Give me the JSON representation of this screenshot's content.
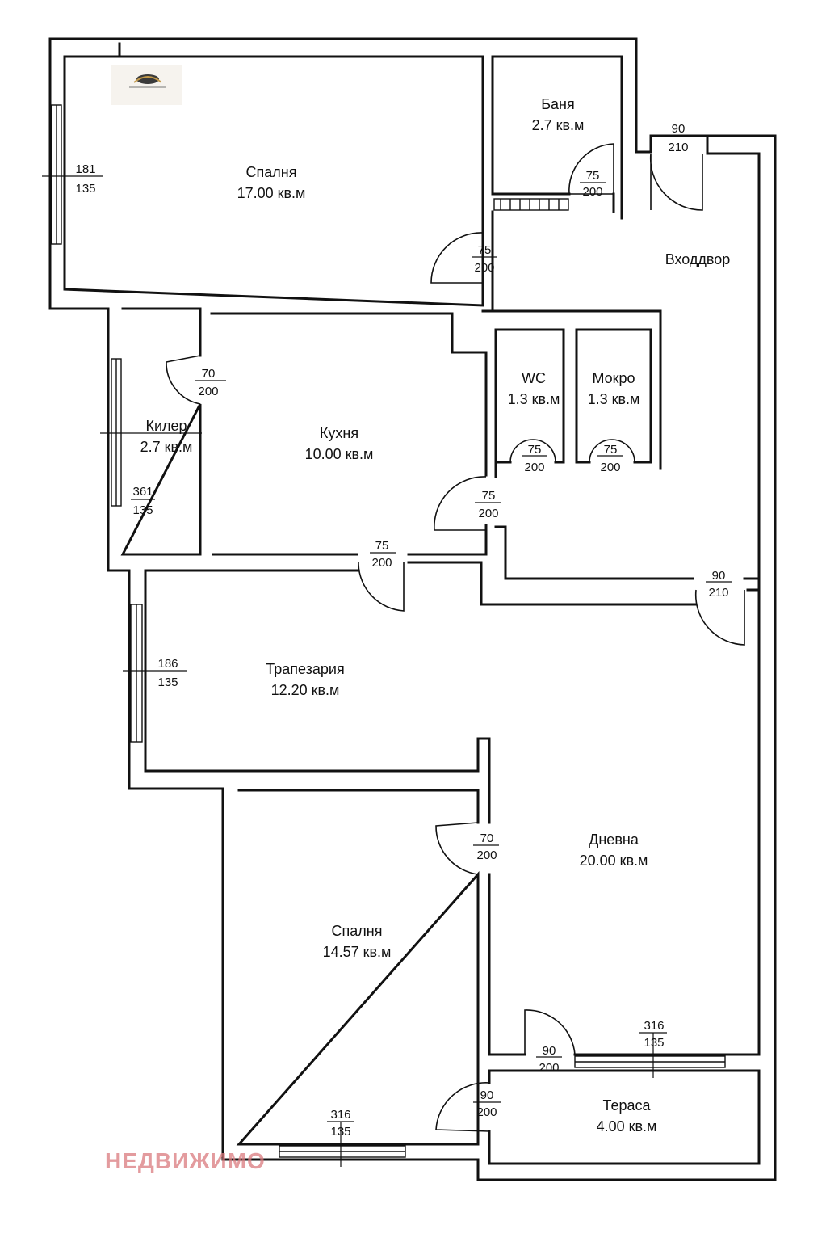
{
  "rooms": {
    "bedroom1": {
      "name": "Спалня",
      "area": "17.00 кв.м"
    },
    "bath": {
      "name": "Баня",
      "area": "2.7 кв.м"
    },
    "hall": {
      "name": "Входдвор"
    },
    "pantry": {
      "name": "Килер",
      "area": "2.7 кв.м"
    },
    "kitchen": {
      "name": "Кухня",
      "area": "10.00 кв.м"
    },
    "wc": {
      "name": "WC",
      "area": "1.3 кв.м"
    },
    "wet": {
      "name": "Мокро",
      "area": "1.3 кв.м"
    },
    "dining": {
      "name": "Трапезария",
      "area": "12.20 кв.м"
    },
    "living": {
      "name": "Дневна",
      "area": "20.00 кв.м"
    },
    "bedroom2": {
      "name": "Спалня",
      "area": "14.57 кв.м"
    },
    "terrace": {
      "name": "Тераса",
      "area": "4.00 кв.м"
    }
  },
  "dims": {
    "win_bed1": {
      "w": "181",
      "h": "135"
    },
    "door_entrance": {
      "w": "90",
      "h": "210"
    },
    "door_bath": {
      "w": "75",
      "h": "200"
    },
    "door_bed1": {
      "w": "75",
      "h": "200"
    },
    "door_pantry": {
      "w": "70",
      "h": "200"
    },
    "win_pantry": {
      "w": "361",
      "h": "135"
    },
    "door_wc": {
      "w": "75",
      "h": "200"
    },
    "door_wet": {
      "w": "75",
      "h": "200"
    },
    "door_corridor": {
      "w": "75",
      "h": "200"
    },
    "door_kitchen": {
      "w": "75",
      "h": "200"
    },
    "door_living": {
      "w": "90",
      "h": "210"
    },
    "win_dining": {
      "w": "186",
      "h": "135"
    },
    "door_bed2": {
      "w": "70",
      "h": "200"
    },
    "win_living": {
      "w": "316",
      "h": "135"
    },
    "door_terrace_living": {
      "w": "90",
      "h": "200"
    },
    "door_terrace_bed2": {
      "w": "90",
      "h": "200"
    },
    "win_bed2": {
      "w": "316",
      "h": "135"
    }
  },
  "watermark": "НЕДВИЖИМО",
  "colors": {
    "wall": "#111111",
    "watermark": "#d9797e",
    "background": "#ffffff"
  }
}
